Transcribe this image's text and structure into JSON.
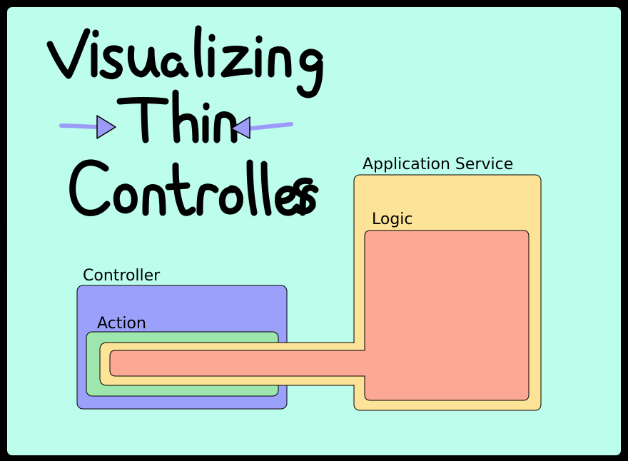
{
  "title": {
    "line1": "Visualizing",
    "line2": "Thin",
    "line3": "Controllers"
  },
  "labels": {
    "application_service": "Application Service",
    "logic": "Logic",
    "controller": "Controller",
    "action": "Action"
  },
  "colors": {
    "canvas": "#bdfdeb",
    "frame": "#000000",
    "application_service": "#fce397",
    "logic": "#fba995",
    "controller": "#9ba1fb",
    "action": "#9de6ad",
    "arrow": "#9c9cf8"
  }
}
